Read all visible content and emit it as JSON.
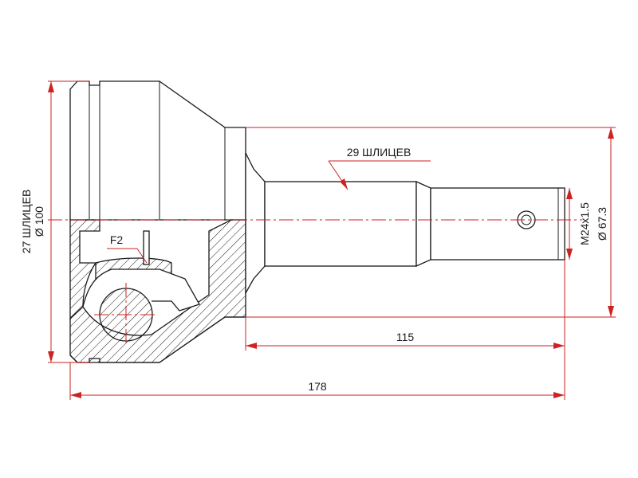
{
  "diagram": {
    "labels": {
      "outer_splines": "27 ШЛИЦЕВ",
      "outer_diameter": "Ø 100",
      "shaft_splines": "29 ШЛИЦЕВ",
      "thread": "M24x1.5",
      "shaft_diameter": "Ø 67.3",
      "shaft_length": "115",
      "total_length": "178",
      "callout": "F2"
    }
  }
}
